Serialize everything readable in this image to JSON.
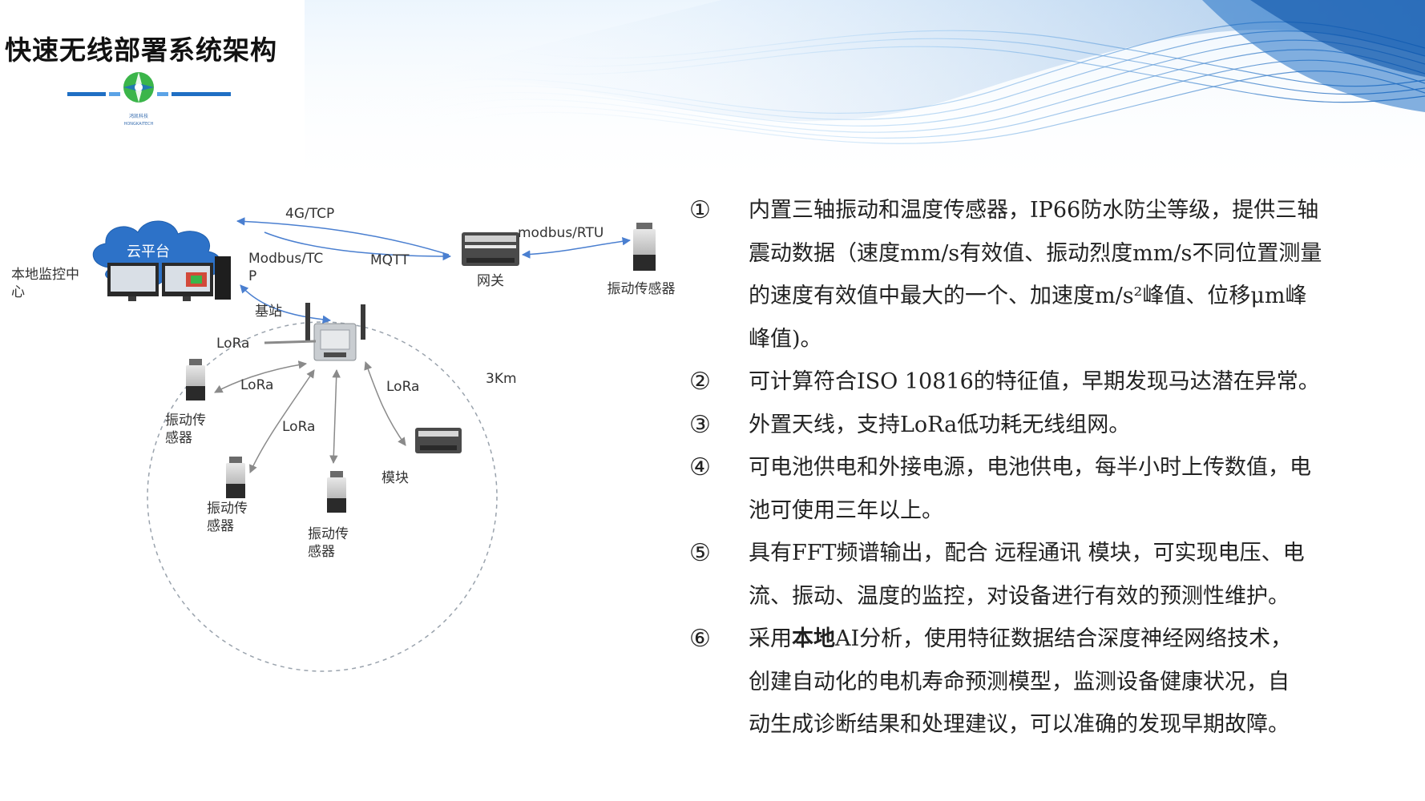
{
  "title": "快速无线部署系统架构",
  "logo": {
    "name_cn": "鸿凯科技",
    "name_en": "HONGKAITECH"
  },
  "colors": {
    "accent_blue": "#1f6fc4",
    "light_blue": "#5ba3e6",
    "cloud_blue": "#2d72c8",
    "logo_green": "#3bb54a",
    "arrow_blue": "#4a7fd0"
  },
  "diagram": {
    "cloud_label": "云平台",
    "link_4g": "4G/TCP",
    "link_mqtt": "MQTT",
    "link_modbus_rtu": "modbus/RTU",
    "link_modbus_tcp_1": "Modbus/TC",
    "link_modbus_tcp_2": "P",
    "gateway_label": "网关",
    "sensor_top_label": "振动传感器",
    "monitor_label_1": "本地监控中",
    "monitor_label_2": "心",
    "base_station_label": "基站",
    "lora": "LoRa",
    "range_label": "3Km",
    "sensor_1_a": "振动传",
    "sensor_1_b": "感器",
    "module_label": "模块"
  },
  "features": [
    {
      "num": "①",
      "lines": [
        "内置三轴振动和温度传感器，IP66防水防尘等级，提供三轴",
        "震动数据（速度mm/s有效值、振动烈度mm/s不同位置测量",
        "的速度有效值中最大的一个、加速度m/s²峰值、位移μm峰",
        "峰值)。"
      ]
    },
    {
      "num": "②",
      "lines": [
        "可计算符合ISO 10816的特征值，早期发现马达潜在异常。"
      ]
    },
    {
      "num": "③",
      "lines": [
        "外置天线，支持LoRa低功耗无线组网。"
      ]
    },
    {
      "num": "④",
      "lines": [
        "可电池供电和外接电源，电池供电，每半小时上传数值，电",
        "池可使用三年以上。"
      ]
    },
    {
      "num": "⑤",
      "lines": [
        "具有FFT频谱输出，配合 远程通讯 模块，可实现电压、电",
        "流、振动、温度的监控，对设备进行有效的预测性维护。"
      ]
    },
    {
      "num": "⑥",
      "line1_pre": "采用",
      "line1_bold": "本地",
      "line1_post": "AI分析，使用特征数据结合深度神经网络技术，",
      "lines_rest": [
        "创建自动化的电机寿命预测模型，监测设备健康状况，自",
        "动生成诊断结果和处理建议，可以准确的发现早期故障。"
      ]
    }
  ]
}
